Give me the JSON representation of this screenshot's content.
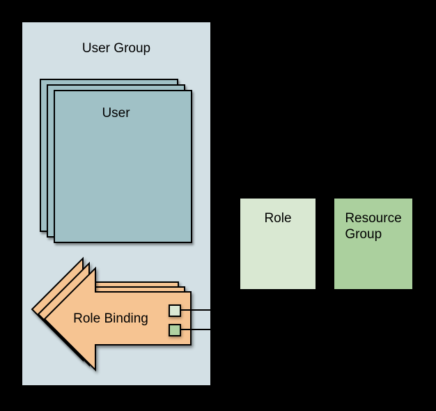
{
  "diagram": {
    "nodes": {
      "user_group": {
        "label": "User Group"
      },
      "user": {
        "label": "User"
      },
      "role_binding": {
        "label": "Role Binding"
      },
      "role": {
        "label": "Role"
      },
      "resource_group": {
        "label": "Resource Group"
      }
    },
    "colors": {
      "background": "#000000",
      "user_group_fill": "#d3e0e5",
      "user_fill": "#a0c1c6",
      "role_binding_fill": "#f6c492",
      "role_fill": "#d9e8d2",
      "resource_group_fill": "#abd09e",
      "role_ref_chip_fill": "#dbe9d6",
      "resource_ref_chip_fill": "#b0d2a2",
      "stroke": "#000000"
    },
    "stack_counts": {
      "user": 3,
      "role_binding": 3
    }
  }
}
